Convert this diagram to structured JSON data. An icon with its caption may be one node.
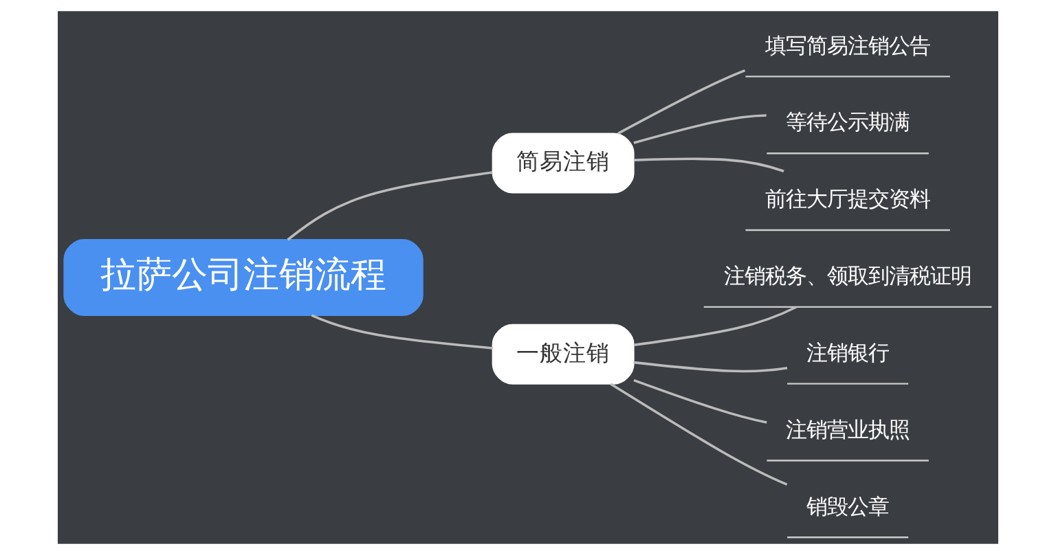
{
  "diagram": {
    "nodes": [
      {
        "text": [
          "拉萨公司注销流程"
        ]
      },
      {
        "text": [
          "简易注销"
        ]
      },
      {
        "text": [
          "填写简易注销公告"
        ]
      },
      {
        "text": [
          "等待公示期满"
        ]
      },
      {
        "text": [
          "前往大厅提交资料"
        ]
      },
      {
        "text": [
          "一般注销"
        ]
      },
      {
        "text": [
          "注销税务、领取到清税证明"
        ]
      },
      {
        "text": [
          "注销银行"
        ]
      },
      {
        "text": [
          "注销营业执照"
        ]
      },
      {
        "text": [
          "销毁公章"
        ]
      }
    ],
    "edges": [
      {
        "from": 0,
        "to": 1,
        "arrow": "none"
      },
      {
        "from": 1,
        "to": 2,
        "arrow": "none"
      },
      {
        "from": 1,
        "to": 3,
        "arrow": "none"
      },
      {
        "from": 1,
        "to": 4,
        "arrow": "none"
      },
      {
        "from": 0,
        "to": 5,
        "arrow": "none"
      },
      {
        "from": 5,
        "to": 6,
        "arrow": "none"
      },
      {
        "from": 5,
        "to": 7,
        "arrow": "none"
      },
      {
        "from": 5,
        "to": 8,
        "arrow": "none"
      },
      {
        "from": 5,
        "to": 9,
        "arrow": "none"
      }
    ]
  }
}
